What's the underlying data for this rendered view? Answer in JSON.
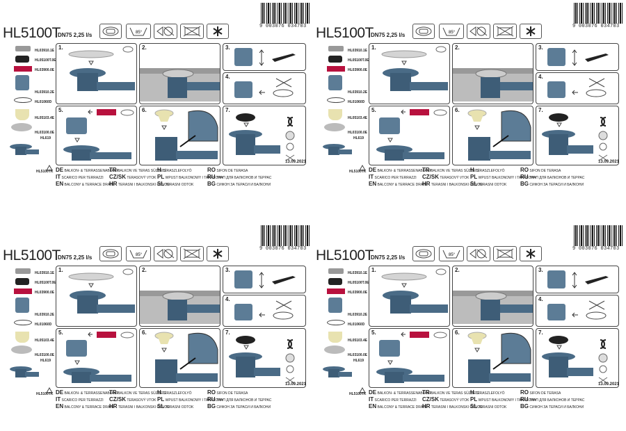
{
  "sheet": {
    "title": "HL5100T",
    "spec": "DN75 2,25 l/s",
    "angle": "85°",
    "barcode_number": "9 003076 034703",
    "date": "13.09.2021",
    "side_codes": [
      "HL03910.1E",
      "HL05100T.0E",
      "HL03900.0E",
      "HL03910.2E",
      "HL01060D",
      "HL05103.4E",
      "HL03100.0E",
      "HL619",
      "HL5100TK"
    ],
    "panels": [
      "1.",
      "2.",
      "3.",
      "4.",
      "5.",
      "6.",
      "7."
    ],
    "languages": [
      {
        "code": "DE",
        "text": "BALKON- & TERRASSENABLAUF"
      },
      {
        "code": "IT",
        "text": "SCARICO PER TERRAZZI"
      },
      {
        "code": "EN",
        "text": "BALCONY & TERRACE DRAIN"
      },
      {
        "code": "TR",
        "text": "BALKON VE TERAS SÜZGECİ"
      },
      {
        "code": "CZ/SK",
        "text": "TERASOVÝ VTOK"
      },
      {
        "code": "HR",
        "text": "TERASNI I BALKONSKI ODVOD"
      },
      {
        "code": "H",
        "text": "TERASZLEFOLYÓ"
      },
      {
        "code": "PL",
        "text": "WPUST BALKONOWY I TARASOWY"
      },
      {
        "code": "SL",
        "text": "TERASNI ODTOK"
      },
      {
        "code": "RO",
        "text": "SIFON DE TERASA"
      },
      {
        "code": "RU",
        "text": "ТРАП ДЛЯ БАЛКОНОВ И ТЕРРАС"
      },
      {
        "code": "BG",
        "text": "СИФОН ЗА ТЕРАСИ И БАЛКОНИ"
      }
    ]
  },
  "colors": {
    "drain": "#4a6b86",
    "red": "#b8113e",
    "gray": "#888888",
    "cream": "#e8e2b0"
  }
}
